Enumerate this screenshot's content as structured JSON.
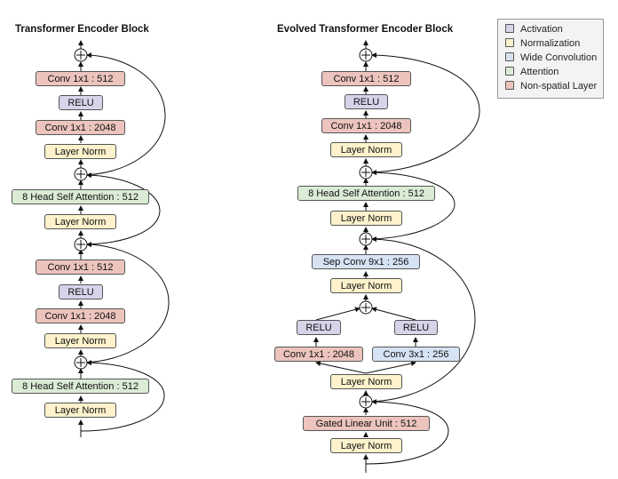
{
  "left_title": "Transformer Encoder Block",
  "right_title": "Evolved Transformer Encoder Block",
  "legend": [
    {
      "label": "Activation",
      "color": "#d9d3ea"
    },
    {
      "label": "Normalization",
      "color": "#fdf2cc"
    },
    {
      "label": "Wide Convolution",
      "color": "#d6e3f3"
    },
    {
      "label": "Attention",
      "color": "#dbecd6"
    },
    {
      "label": "Non-spatial Layer",
      "color": "#ecc4bd"
    }
  ],
  "left_blocks": {
    "conv_a_top": "Conv 1x1 : 512",
    "relu_a": "RELU",
    "conv_a_bottom": "Conv 1x1 : 2048",
    "norm_a": "Layer Norm",
    "attn_a": "8 Head Self Attention : 512",
    "norm_b": "Layer Norm",
    "conv_b_top": "Conv 1x1 : 512",
    "relu_b": "RELU",
    "conv_b_bottom": "Conv 1x1 : 2048",
    "norm_c": "Layer Norm",
    "attn_b": "8 Head Self Attention : 512",
    "norm_d": "Layer Norm"
  },
  "right_blocks": {
    "conv_top": "Conv 1x1 : 512",
    "relu": "RELU",
    "conv_bottom": "Conv 1x1 : 2048",
    "norm_a": "Layer Norm",
    "attn": "8 Head Self Attention : 512",
    "norm_b": "Layer Norm",
    "sep_conv": "Sep Conv 9x1 : 256",
    "norm_c": "Layer Norm",
    "relu_left": "RELU",
    "relu_right": "RELU",
    "conv_wide_left": "Conv 1x1 : 2048",
    "conv_wide_right": "Conv 3x1 : 256",
    "norm_d": "Layer Norm",
    "glu": "Gated Linear Unit : 512",
    "norm_e": "Layer Norm"
  }
}
